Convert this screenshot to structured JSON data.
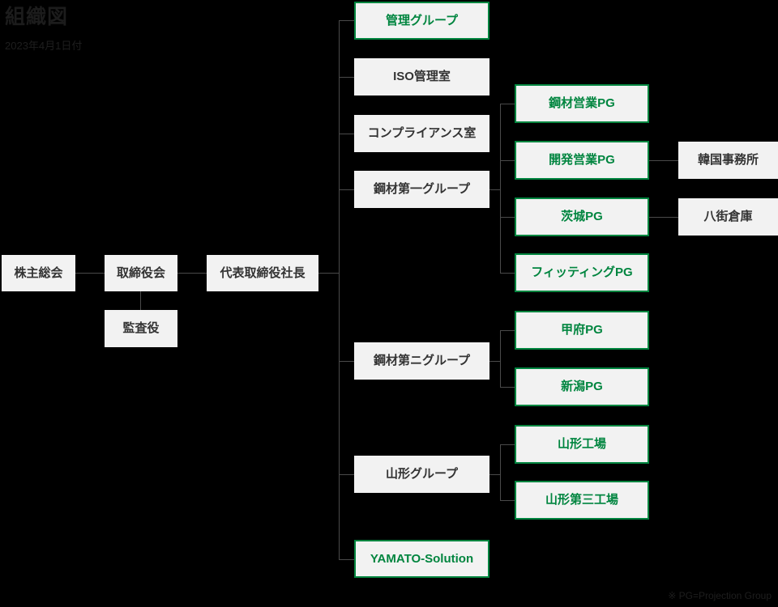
{
  "header": {
    "title": "組織図",
    "date": "2023年4月1日付"
  },
  "footnote": "※ PG=Projection Group",
  "colors": {
    "background": "#000000",
    "box_fill": "#f2f2f2",
    "box_text": "#333333",
    "accent_green": "#00853f",
    "line": "#4a4a4a",
    "heading_text": "#1c1c1c"
  },
  "nodes": {
    "shareholders_meeting": {
      "label": "株主総会",
      "style": "plain"
    },
    "board_of_directors": {
      "label": "取締役会",
      "style": "plain"
    },
    "auditor": {
      "label": "監査役",
      "style": "plain"
    },
    "president": {
      "label": "代表取締役社長",
      "style": "plain"
    },
    "kanri_group": {
      "label": "管理グループ",
      "style": "green"
    },
    "iso_office": {
      "label": "ISO管理室",
      "style": "plain"
    },
    "compliance_office": {
      "label": "コンプライアンス室",
      "style": "plain"
    },
    "steel_group_1": {
      "label": "鋼材第一グループ",
      "style": "plain"
    },
    "steel_group_2": {
      "label": "鋼材第ニグループ",
      "style": "plain"
    },
    "yamagata_group": {
      "label": "山形グループ",
      "style": "plain"
    },
    "yamato_solution": {
      "label": "YAMATO-Solution",
      "style": "green"
    },
    "steel_sales_pg": {
      "label": "鋼材営業PG",
      "style": "green"
    },
    "dev_sales_pg": {
      "label": "開発営業PG",
      "style": "green"
    },
    "ibaraki_pg": {
      "label": "茨城PG",
      "style": "green"
    },
    "fitting_pg": {
      "label": "フィッティングPG",
      "style": "green"
    },
    "kofu_pg": {
      "label": "甲府PG",
      "style": "green"
    },
    "niigata_pg": {
      "label": "新潟PG",
      "style": "green"
    },
    "yamagata_plant": {
      "label": "山形工場",
      "style": "green"
    },
    "yamagata_plant_3": {
      "label": "山形第三工場",
      "style": "green"
    },
    "korea_office": {
      "label": "韓国事務所",
      "style": "plain"
    },
    "yachimata_warehouse": {
      "label": "八街倉庫",
      "style": "plain"
    }
  }
}
